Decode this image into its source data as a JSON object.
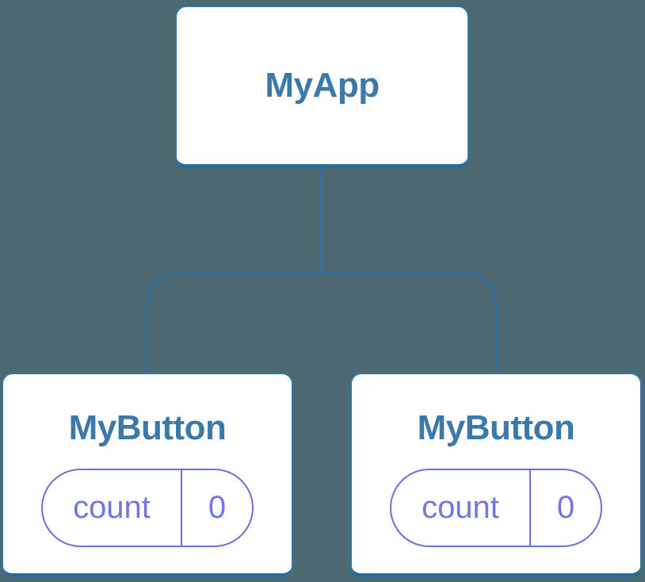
{
  "theme": {
    "background": "#4c6972",
    "node-bg": "#ffffff",
    "line-blue": "#2f71a0",
    "border-blue": "#3276a6",
    "border-blue-dark": "#2b6b9b",
    "text-blue": "#3b79a8",
    "purple": "#6b6fdb",
    "purple-text": "#7276e3"
  },
  "tree": {
    "root": {
      "label": "MyApp"
    },
    "children": [
      {
        "label": "MyButton",
        "state": {
          "key": "count",
          "value": "0"
        }
      },
      {
        "label": "MyButton",
        "state": {
          "key": "count",
          "value": "0"
        }
      }
    ]
  }
}
